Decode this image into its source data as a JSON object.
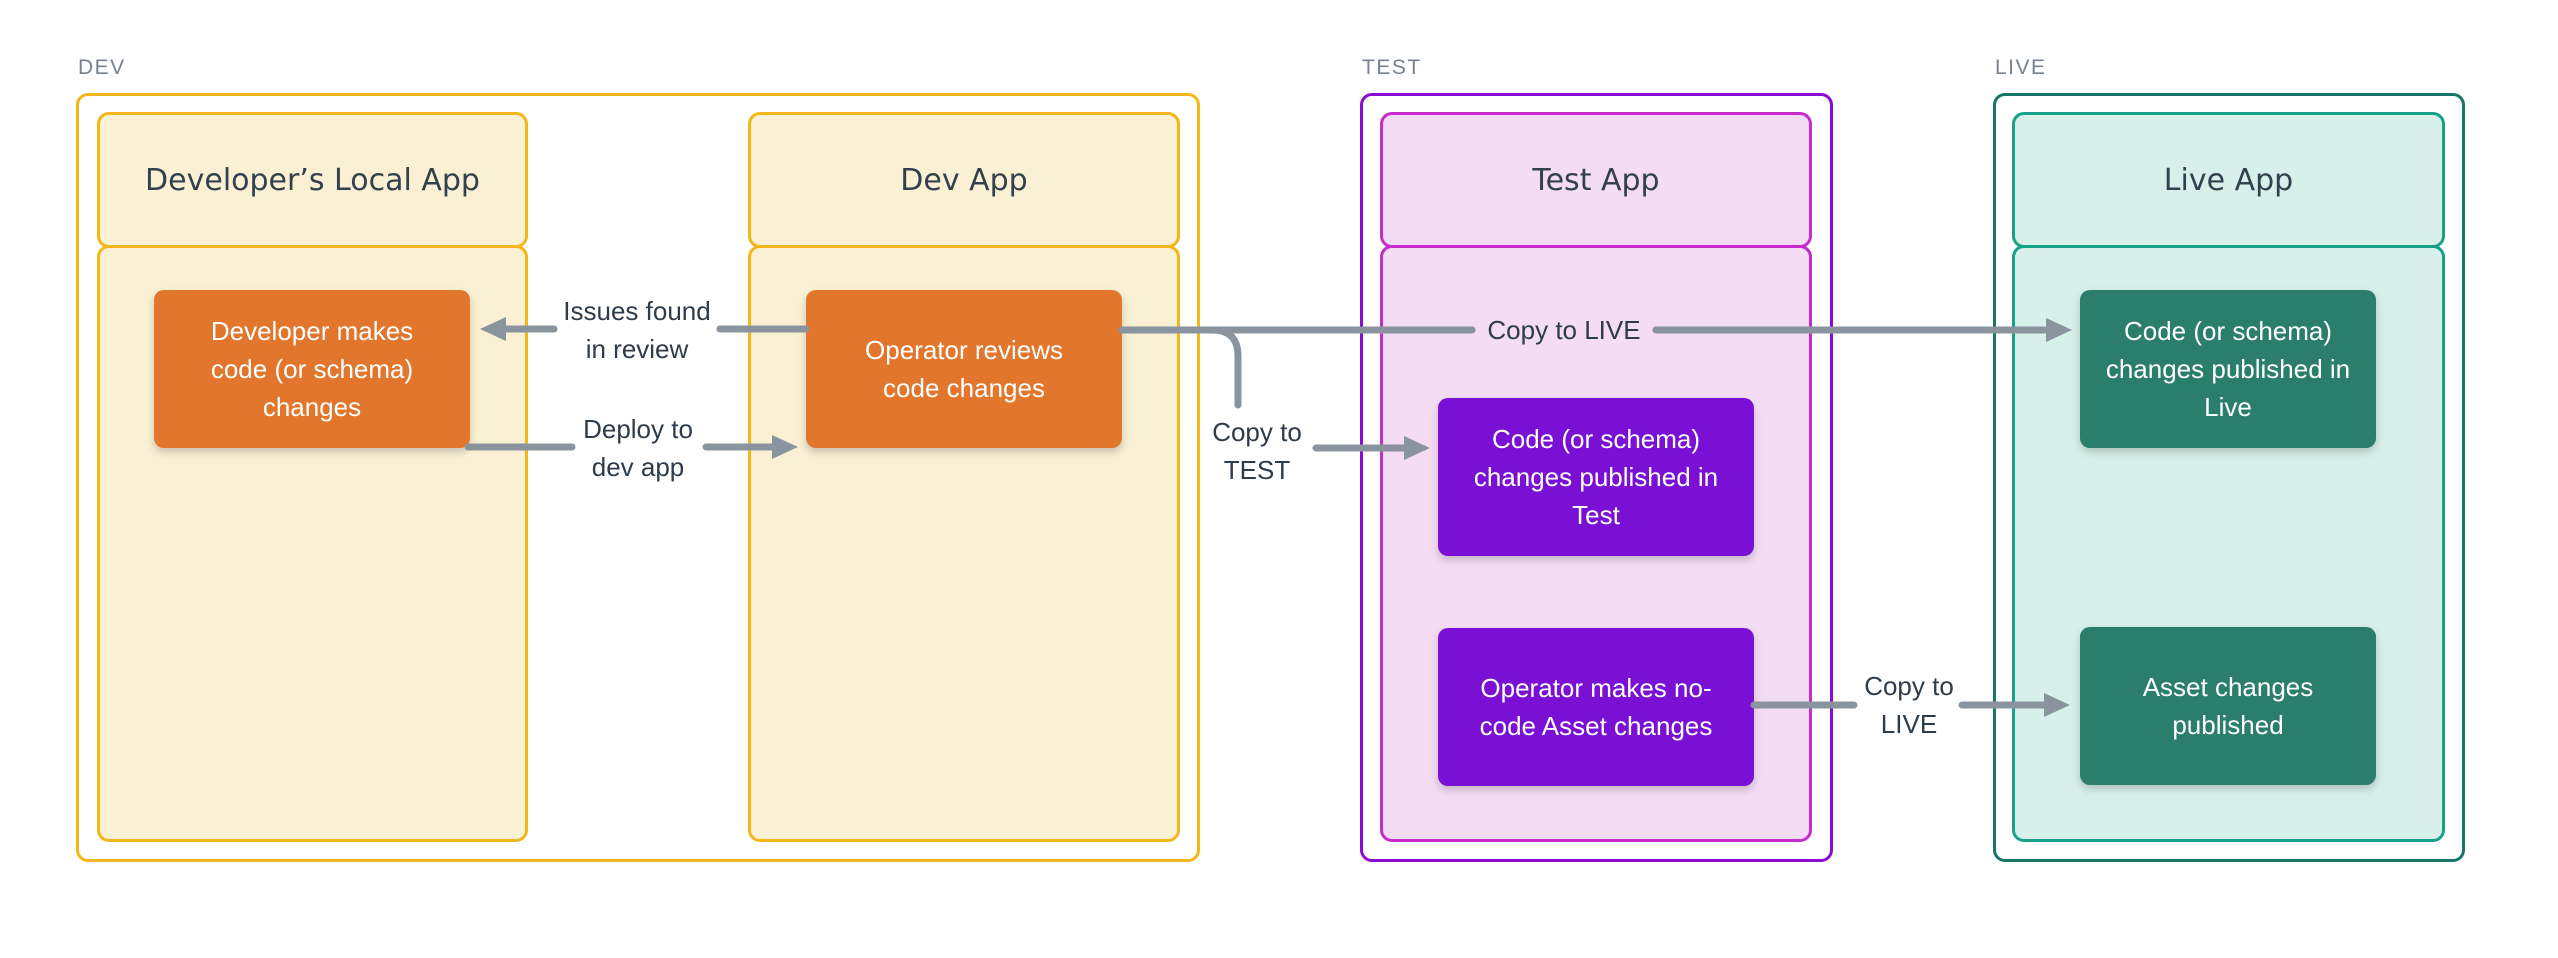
{
  "groups": {
    "dev": {
      "label": "DEV"
    },
    "test": {
      "label": "TEST"
    },
    "live": {
      "label": "LIVE"
    }
  },
  "apps": {
    "local": {
      "title": "Developer’s Local App"
    },
    "dev": {
      "title": "Dev App"
    },
    "test": {
      "title": "Test App"
    },
    "live": {
      "title": "Live App"
    }
  },
  "nodes": {
    "dev_changes": {
      "text": "Developer makes\ncode (or schema)\nchanges"
    },
    "operator_reviews": {
      "text": "Operator reviews\ncode changes"
    },
    "test_code_published": {
      "text": "Code (or schema)\nchanges published in\nTest"
    },
    "operator_asset_changes": {
      "text": "Operator makes no-\ncode Asset changes"
    },
    "live_code_published": {
      "text": "Code (or schema)\nchanges published in\nLive"
    },
    "asset_changes_published": {
      "text": "Asset changes\npublished"
    }
  },
  "edges": {
    "issues_found": {
      "label": "Issues found\nin review"
    },
    "deploy_dev": {
      "label": "Deploy to\ndev app"
    },
    "copy_test": {
      "label": "Copy to\nTEST"
    },
    "copy_live_code": {
      "label": "Copy to LIVE"
    },
    "copy_live_assets": {
      "label": "Copy to\nLIVE"
    }
  },
  "colors": {
    "dev_border": "#F3B71B",
    "dev_fill": "#FAF0D4",
    "dev_node": "#E2762C",
    "test_border": "#8A0BD2",
    "test_inner_border": "#C62BCC",
    "test_fill": "#F5DCF5",
    "test_node": "#7A10D4",
    "live_border": "#187667",
    "live_inner_border": "#17A287",
    "live_fill": "#D7F0E9",
    "live_node": "#2A7E6B",
    "connector": "#8A949E",
    "label_text": "#2E3B4A",
    "header_text": "#33404E",
    "group_label_text": "#77828E",
    "background": "#FFFFFF"
  }
}
